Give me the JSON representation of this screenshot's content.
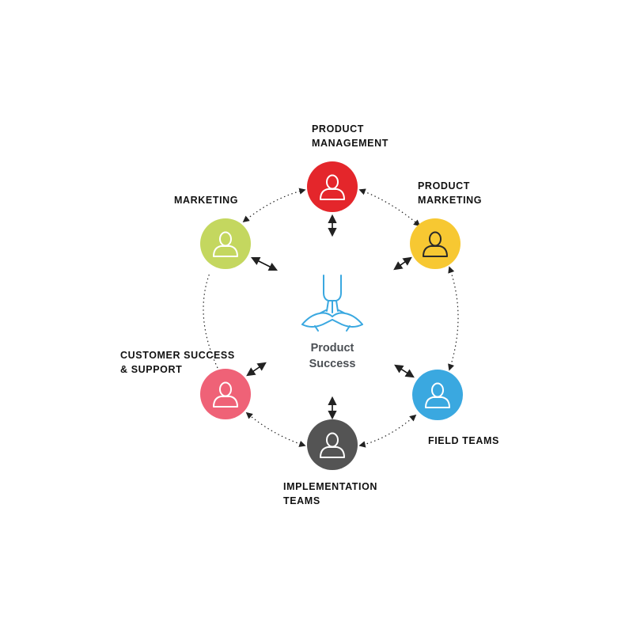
{
  "colors": {
    "product_management": "#e4262b",
    "product_marketing": "#f7c832",
    "field_teams": "#3aa8e0",
    "implementation_teams": "#545454",
    "customer_success": "#ef6277",
    "marketing": "#c4d75f",
    "center_icon": "#3aa8e0",
    "person_light": "#ffffff",
    "person_dark": "#2a2a2a",
    "connector": "#222222"
  },
  "center": {
    "icon": "joined-hands-icon",
    "line1": "Product",
    "line2": "Success"
  },
  "nodes": {
    "product_management": {
      "icon": "person-icon",
      "line1": "PRODUCT",
      "line2": "MANAGEMENT"
    },
    "product_marketing": {
      "icon": "person-icon",
      "line1": "PRODUCT",
      "line2": "MARKETING"
    },
    "field_teams": {
      "icon": "person-icon",
      "line1": "FIELD TEAMS"
    },
    "implementation_teams": {
      "icon": "person-icon",
      "line1": "IMPLEMENTATION",
      "line2": "TEAMS"
    },
    "customer_success": {
      "icon": "person-icon",
      "line1": "CUSTOMER SUCCESS",
      "line2": "& SUPPORT"
    },
    "marketing": {
      "icon": "person-icon",
      "line1": "MARKETING"
    }
  }
}
